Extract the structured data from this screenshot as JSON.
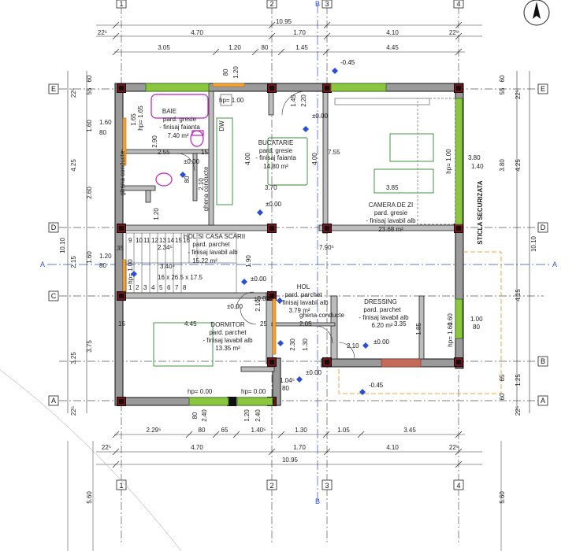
{
  "north": {
    "letter": "N"
  },
  "axes": {
    "columns": [
      "1",
      "2",
      "3",
      "4"
    ],
    "rows": [
      "E",
      "D",
      "A",
      "C",
      "B",
      "A"
    ],
    "section": [
      "B",
      "B",
      "A",
      "A"
    ]
  },
  "top_dims": {
    "total": "10.95",
    "main": [
      "22⁵",
      "4.70",
      "1.70",
      "4.10",
      "22⁵"
    ],
    "detail": [
      "3.05",
      "1.20",
      "80",
      "1.45",
      "4.45"
    ]
  },
  "bottom_dims": {
    "detail": [
      "2.29⁵",
      "80",
      "65",
      "1.40⁵",
      "1.30",
      "1.05",
      "3.45"
    ],
    "main": [
      "22⁵",
      "4.70",
      "1.70",
      "4.10",
      "22⁵"
    ],
    "total": "10.95"
  },
  "left_dims": [
    "60",
    "22⁵",
    "55",
    "1.60",
    "4.25",
    "2.60",
    "10.10",
    "2.15",
    "1.60",
    "3.25",
    "3.75",
    "22⁵",
    "1.60",
    "80",
    "80",
    "1.20",
    "1.65",
    "5.60"
  ],
  "right_dims": [
    "60",
    "55",
    "22⁵",
    "4.25",
    "3.80",
    "10.10",
    "4.15",
    "1.25",
    "65",
    "60",
    "22⁵",
    "5.60"
  ],
  "rooms": [
    {
      "name": "BAIE",
      "floor": "pard. gresie",
      "finish": "- finisaj faianta",
      "area": "7.40 m²"
    },
    {
      "name": "BUCATARIE",
      "floor": "pard. gresie",
      "finish": "- finisaj faianta",
      "area": "14.80 m²"
    },
    {
      "name": "CAMERA DE ZI",
      "floor": "pard. gresie",
      "finish": "- finisaj lavabil alb",
      "area": "23.68 m²"
    },
    {
      "name": "HOL SI CASA SCARII",
      "floor": "pard. parchet",
      "finish": "- finisaj lavabil alb",
      "area": "15.22 m²"
    },
    {
      "name": "HOL",
      "floor": "pard. parchet",
      "finish": "- finisaj lavabil alb",
      "area": "3.79 m²"
    },
    {
      "name": "DRESSING",
      "floor": "pard. parchet",
      "finish": "- finisaj lavabil alb",
      "area": "6.20 m²"
    },
    {
      "name": "DORMITOR",
      "floor": "pard. parchet",
      "finish": "- finisaj lavabil alb",
      "area": "13.35 m²"
    }
  ],
  "inner_dims": [
    "2.55",
    "15",
    "7.55",
    "3.70",
    "3.85",
    "4.00",
    "4.00",
    "2.90",
    "2.10",
    "80",
    "1.20",
    "4.45",
    "2.05",
    "3.35",
    "2.10",
    "1.90",
    "2.10",
    "2.30",
    "1.30",
    "1.85",
    "1.60",
    "3.80",
    "1.40",
    "1.00",
    "80",
    "25",
    "35",
    "15",
    "3.40⁵",
    "2.34⁵",
    "7.90⁵",
    "1.45",
    "2.20",
    "80",
    "1.20",
    "2.40",
    "80",
    "2.40",
    "1.20",
    "80"
  ],
  "levels": [
    "-0.45",
    "±0.00",
    "±0.00",
    "±0.00",
    "±0.00",
    "±0.00",
    "±0.00",
    "±0.00",
    "±0.00",
    "-0.45",
    "1.04⁵"
  ],
  "heights": [
    "hp= 1.00",
    "hp= 1.65",
    "hp= 1.00",
    "hp= 0.00",
    "hp= 0.00",
    "hp= 1.60",
    "hp= 1.00"
  ],
  "labels": {
    "stair": "16 x 26.5 x 17.5",
    "stairs_steps": [
      "1",
      "2",
      "3",
      "4",
      "5",
      "6",
      "7",
      "8",
      "9",
      "10",
      "11",
      "12",
      "13",
      "14",
      "15",
      "16"
    ],
    "duct1": "ghena conducte",
    "duct2": "ghena conducte",
    "duct3": "ghena conducte",
    "glass": "STICLA SECURIZATA",
    "dw": "DW"
  }
}
